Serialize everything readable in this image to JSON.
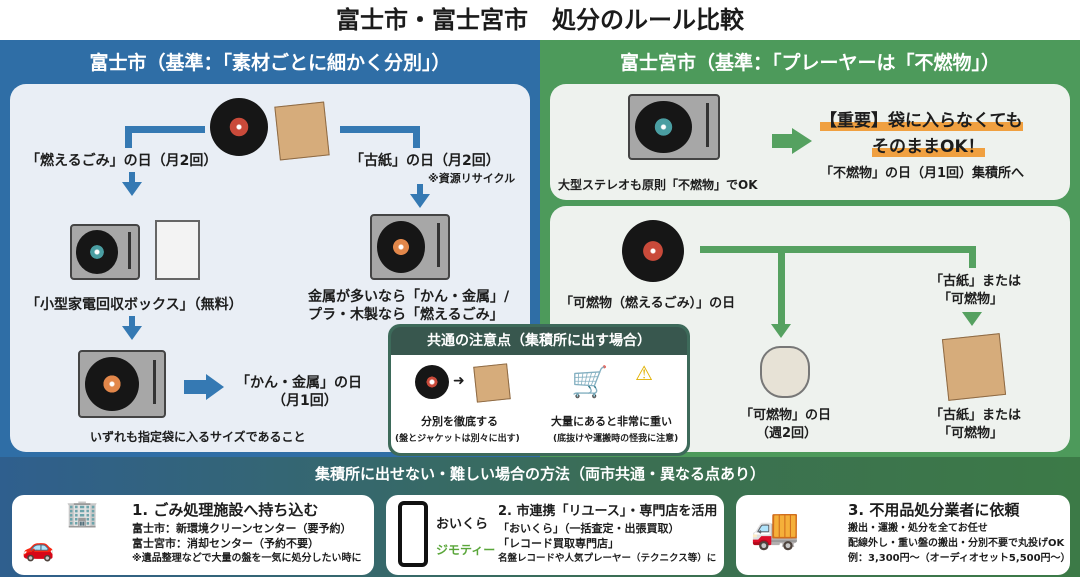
{
  "title": "富士市・富士宮市　処分のルール比較",
  "fuji": {
    "header": "富士市（基準：「素材ごとに細かく分別」）",
    "left_route": "「燃えるごみ」の日（月2回）",
    "right_route": "「古紙」の日（月2回）",
    "right_note": "※資源リサイクル",
    "small_box": "「小型家電回収ボックス」（無料）",
    "metal_day": "「かん・金属」の日",
    "metal_freq": "（月1回）",
    "size_note": "いずれも指定袋に入るサイズであること",
    "material_line1": "金属が多いなら「かん・金属」/",
    "material_line2": "プラ・木製なら「燃えるごみ」"
  },
  "fujinomiya": {
    "header": "富士宮市（基準：「プレーヤーは「不燃物」）",
    "stereo_note": "大型ステレオも原則「不燃物」でOK",
    "important_line1": "【重要】袋に入らなくても",
    "important_line2": "そのままOK！",
    "nonburn_day": "「不燃物」の日（月1回）集積所へ",
    "record_route": "「可燃物（燃えるごみ）」の日",
    "jacket_route_1": "「古紙」または",
    "jacket_route_2": "「可燃物」",
    "burn_day": "「可燃物」の日",
    "burn_freq": "（週2回）",
    "paper_label_1": "「古紙」または",
    "paper_label_2": "「可燃物」"
  },
  "common": {
    "header": "共通の注意点（集積所に出す場合）",
    "item1": "分別を徹底する",
    "item1_note": "(盤とジャケットは別々に出す)",
    "item2": "大量にあると非常に重い",
    "item2_note": "(底抜けや運搬時の怪我に注意)"
  },
  "methods": {
    "header": "集積所に出せない・難しい場合の方法（両市共通・異なる点あり）",
    "cards": [
      {
        "title": "1. ごみ処理施設へ持ち込む",
        "lines": [
          "富士市：新環境クリーンセンター（要予約）",
          "富士宮市：消却センター（予約不要）",
          "※遺品整理などで大量の盤を一気に処分したい時に"
        ]
      },
      {
        "title": "2. 市連携「リユース」・専門店を活用",
        "brand1": "おいくら",
        "brand2": "ジモティー",
        "lines": [
          "「おいくら」（一括査定・出張買取）",
          "「レコード買取専門店」",
          "名盤レコードや人気プレーヤー（テクニクス等）に"
        ]
      },
      {
        "title": "3. 不用品処分業者に依頼",
        "lines": [
          "搬出・運搬・処分を全てお任せ",
          "配線外し・重い盤の搬出・分別不要で丸投げOK",
          "例：3,300円〜（オーディオセット5,500円〜）"
        ]
      }
    ]
  }
}
